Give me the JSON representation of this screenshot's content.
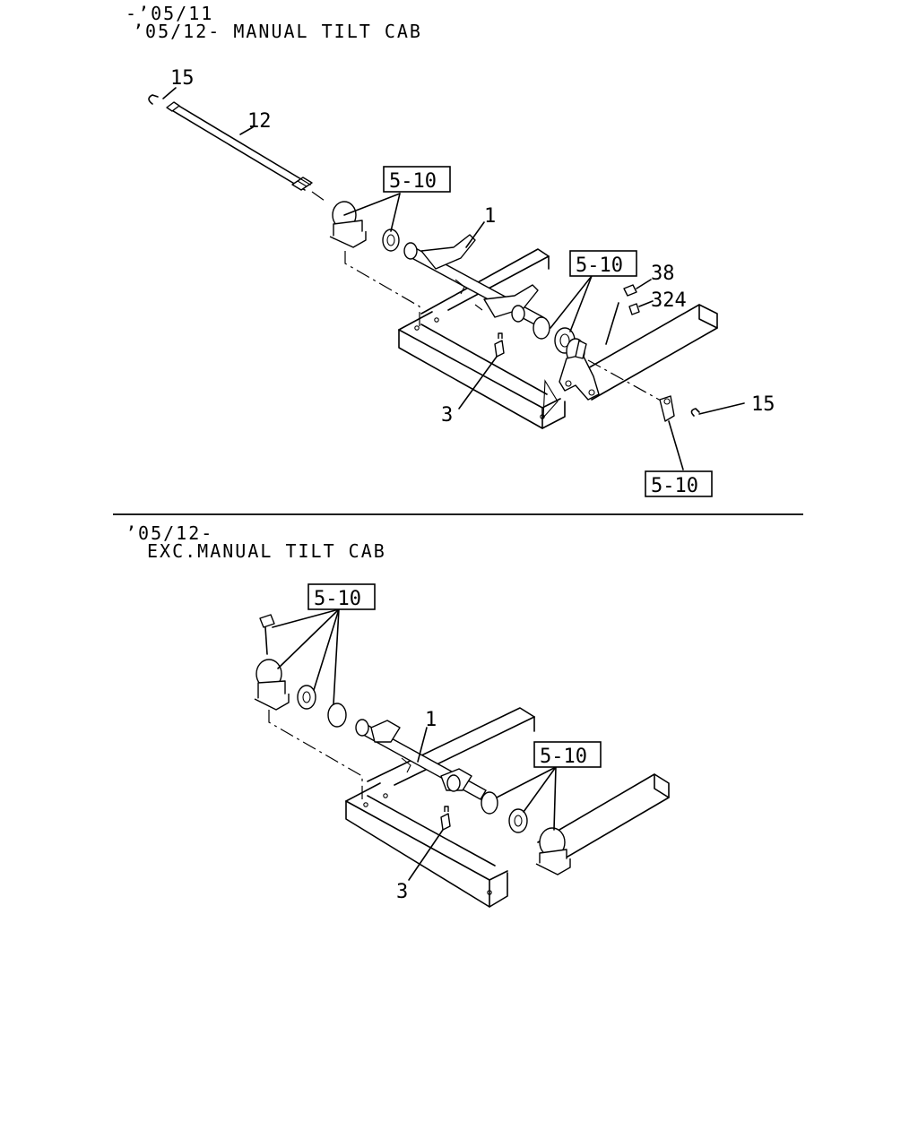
{
  "top_section": {
    "header_line1": "-’05/11",
    "header_line2": "’05/12- MANUAL TILT CAB",
    "callouts": {
      "c15a": "15",
      "c12": "12",
      "c510a": "5-10",
      "c1": "1",
      "c510b": "5-10",
      "c38": "38",
      "c324": "324",
      "c3": "3",
      "c15b": "15",
      "c510c": "5-10"
    }
  },
  "bottom_section": {
    "header_line1": "’05/12-",
    "header_line2": "EXC.MANUAL TILT CAB",
    "callouts": {
      "c510a": "5-10",
      "c1": "1",
      "c510b": "5-10",
      "c3": "3"
    }
  }
}
